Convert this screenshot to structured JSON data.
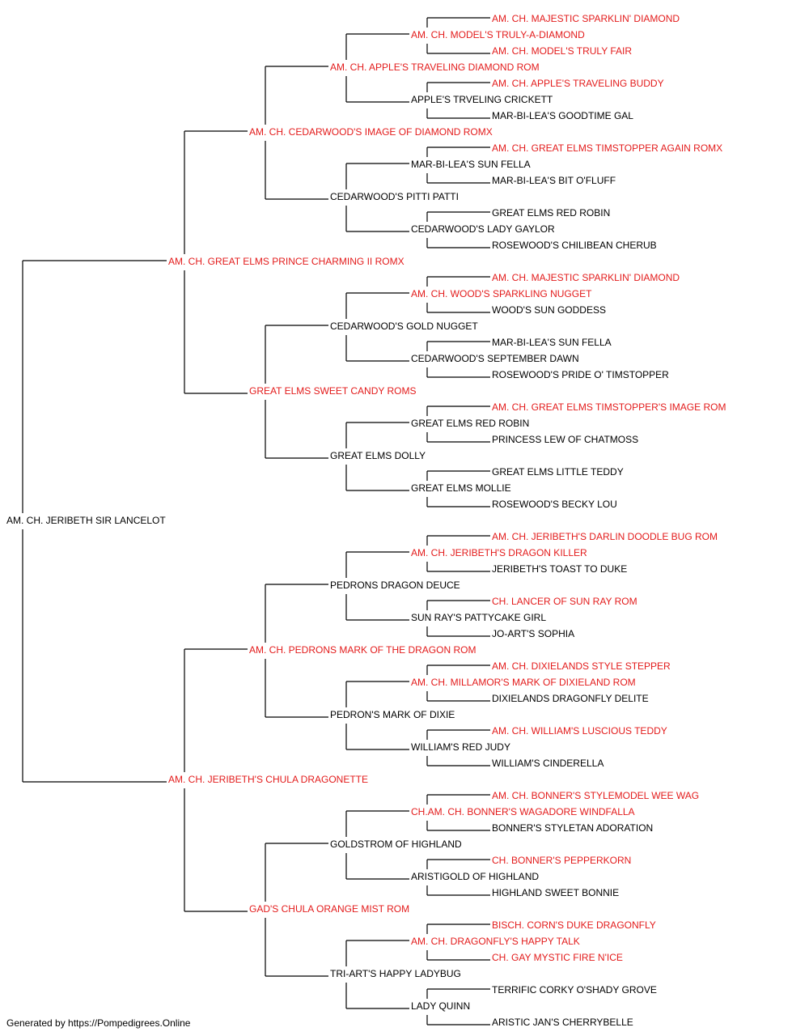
{
  "colors": {
    "champion": "#e31b1b",
    "normal": "#000000",
    "line": "#000000"
  },
  "pedigree": {
    "name": "AM. CH. JERIBETH SIR LANCELOT",
    "champion": false,
    "sire": {
      "name": "AM. CH. GREAT ELMS PRINCE CHARMING II ROMX",
      "champion": true,
      "sire": {
        "name": "AM. CH. CEDARWOOD'S IMAGE OF DIAMOND ROMX",
        "champion": true,
        "sire": {
          "name": "AM. CH. APPLE'S TRAVELING DIAMOND ROM",
          "champion": true,
          "sire": {
            "name": "AM. CH. MODEL'S TRULY-A-DIAMOND",
            "champion": true,
            "sire": {
              "name": "AM. CH. MAJESTIC SPARKLIN' DIAMOND",
              "champion": true
            },
            "dam": {
              "name": "AM. CH. MODEL'S TRULY FAIR",
              "champion": true
            }
          },
          "dam": {
            "name": "APPLE'S TRVELING CRICKETT",
            "champion": false,
            "sire": {
              "name": "AM. CH. APPLE'S TRAVELING BUDDY",
              "champion": true
            },
            "dam": {
              "name": "MAR-BI-LEA'S GOODTIME GAL",
              "champion": false
            }
          }
        },
        "dam": {
          "name": "CEDARWOOD'S PITTI PATTI",
          "champion": false,
          "sire": {
            "name": "MAR-BI-LEA'S SUN FELLA",
            "champion": false,
            "sire": {
              "name": "AM. CH. GREAT ELMS TIMSTOPPER AGAIN ROMX",
              "champion": true
            },
            "dam": {
              "name": "MAR-BI-LEA'S BIT O'FLUFF",
              "champion": false
            }
          },
          "dam": {
            "name": "CEDARWOOD'S LADY GAYLOR",
            "champion": false,
            "sire": {
              "name": "GREAT ELMS RED ROBIN",
              "champion": false
            },
            "dam": {
              "name": "ROSEWOOD'S CHILIBEAN CHERUB",
              "champion": false
            }
          }
        }
      },
      "dam": {
        "name": "GREAT ELMS SWEET CANDY ROMS",
        "champion": true,
        "sire": {
          "name": "CEDARWOOD'S GOLD NUGGET",
          "champion": false,
          "sire": {
            "name": "AM. CH. WOOD'S SPARKLING NUGGET",
            "champion": true,
            "sire": {
              "name": "AM. CH. MAJESTIC SPARKLIN' DIAMOND",
              "champion": true
            },
            "dam": {
              "name": "WOOD'S SUN GODDESS",
              "champion": false
            }
          },
          "dam": {
            "name": "CEDARWOOD'S SEPTEMBER DAWN",
            "champion": false,
            "sire": {
              "name": "MAR-BI-LEA'S SUN FELLA",
              "champion": false
            },
            "dam": {
              "name": "ROSEWOOD'S PRIDE O' TIMSTOPPER",
              "champion": false
            }
          }
        },
        "dam": {
          "name": "GREAT ELMS DOLLY",
          "champion": false,
          "sire": {
            "name": "GREAT ELMS RED ROBIN",
            "champion": false,
            "sire": {
              "name": "AM. CH. GREAT ELMS TIMSTOPPER'S IMAGE ROM",
              "champion": true
            },
            "dam": {
              "name": "PRINCESS LEW OF CHATMOSS",
              "champion": false
            }
          },
          "dam": {
            "name": "GREAT ELMS MOLLIE",
            "champion": false,
            "sire": {
              "name": "GREAT ELMS LITTLE TEDDY",
              "champion": false
            },
            "dam": {
              "name": "ROSEWOOD'S BECKY LOU",
              "champion": false
            }
          }
        }
      }
    },
    "dam": {
      "name": "AM. CH. JERIBETH'S CHULA DRAGONETTE",
      "champion": true,
      "sire": {
        "name": "AM. CH. PEDRONS MARK OF THE DRAGON ROM",
        "champion": true,
        "sire": {
          "name": "PEDRONS DRAGON DEUCE",
          "champion": false,
          "sire": {
            "name": "AM. CH. JERIBETH'S DRAGON KILLER",
            "champion": true,
            "sire": {
              "name": "AM. CH. JERIBETH'S DARLIN DOODLE BUG ROM",
              "champion": true
            },
            "dam": {
              "name": "JERIBETH'S TOAST TO DUKE",
              "champion": false
            }
          },
          "dam": {
            "name": "SUN RAY'S PATTYCAKE GIRL",
            "champion": false,
            "sire": {
              "name": "CH. LANCER OF SUN RAY ROM",
              "champion": true
            },
            "dam": {
              "name": "JO-ART'S SOPHIA",
              "champion": false
            }
          }
        },
        "dam": {
          "name": "PEDRON'S MARK OF DIXIE",
          "champion": false,
          "sire": {
            "name": "AM. CH. MILLAMOR'S MARK OF DIXIELAND ROM",
            "champion": true,
            "sire": {
              "name": "AM. CH. DIXIELANDS STYLE STEPPER",
              "champion": true
            },
            "dam": {
              "name": "DIXIELANDS DRAGONFLY DELITE",
              "champion": false
            }
          },
          "dam": {
            "name": "WILLIAM'S RED JUDY",
            "champion": false,
            "sire": {
              "name": "AM. CH. WILLIAM'S LUSCIOUS TEDDY",
              "champion": true
            },
            "dam": {
              "name": "WILLIAM'S CINDERELLA",
              "champion": false
            }
          }
        }
      },
      "dam": {
        "name": "GAD'S CHULA ORANGE MIST ROM",
        "champion": true,
        "sire": {
          "name": "GOLDSTROM OF HIGHLAND",
          "champion": false,
          "sire": {
            "name": "CH.AM. CH. BONNER'S WAGADORE WINDFALLA",
            "champion": true,
            "sire": {
              "name": "AM. CH. BONNER'S STYLEMODEL WEE WAG",
              "champion": true
            },
            "dam": {
              "name": "BONNER'S STYLETAN ADORATION",
              "champion": false
            }
          },
          "dam": {
            "name": "ARISTIGOLD OF HIGHLAND",
            "champion": false,
            "sire": {
              "name": "CH. BONNER'S PEPPERKORN",
              "champion": true
            },
            "dam": {
              "name": "HIGHLAND SWEET BONNIE",
              "champion": false
            }
          }
        },
        "dam": {
          "name": "TRI-ART'S HAPPY LADYBUG",
          "champion": false,
          "sire": {
            "name": "AM. CH. DRAGONFLY'S HAPPY TALK",
            "champion": true,
            "sire": {
              "name": "BISCH. CORN'S DUKE DRAGONFLY",
              "champion": true
            },
            "dam": {
              "name": "CH. GAY MYSTIC FIRE N'ICE",
              "champion": true
            }
          },
          "dam": {
            "name": "LADY QUINN",
            "champion": false,
            "sire": {
              "name": "TERRIFIC CORKY O'SHADY GROVE",
              "champion": false
            },
            "dam": {
              "name": "ARISTIC JAN'S CHERRYBELLE",
              "champion": false
            }
          }
        }
      }
    }
  },
  "footer": "Generated by https://Pompedigrees.Online"
}
